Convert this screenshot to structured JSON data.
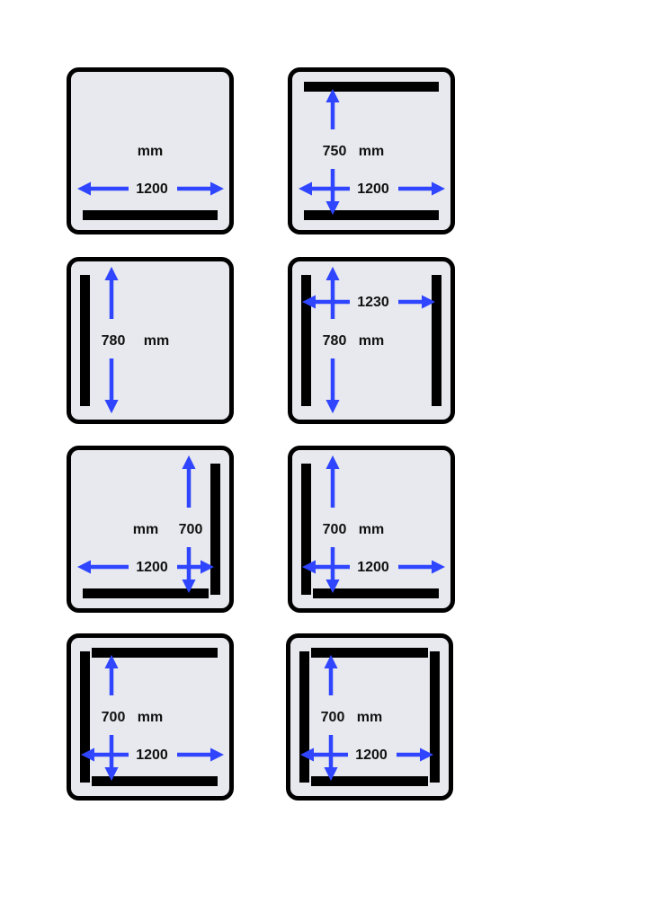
{
  "colors": {
    "panel_fill": "#e8e9ee",
    "panel_border": "#000000",
    "wall": "#000000",
    "arrow": "#2f45ff",
    "text": "#111111"
  },
  "units_label": "mm",
  "panels": [
    {
      "name": "panel-1",
      "walls": [
        "bottom"
      ],
      "width_label": "1200",
      "depth_label": "",
      "arrows": {
        "h": true,
        "v": false
      }
    },
    {
      "name": "panel-2",
      "walls": [
        "top",
        "bottom"
      ],
      "width_label": "1200",
      "depth_label": "750",
      "arrows": {
        "h": true,
        "v": true
      }
    },
    {
      "name": "panel-3",
      "walls": [
        "left"
      ],
      "width_label": "",
      "depth_label": "780",
      "arrows": {
        "h": false,
        "v": true
      }
    },
    {
      "name": "panel-4",
      "walls": [
        "left",
        "right"
      ],
      "width_label": "1230",
      "depth_label": "780",
      "arrows": {
        "h": true,
        "v": true
      }
    },
    {
      "name": "panel-5",
      "walls": [
        "right",
        "bottom"
      ],
      "width_label": "1200",
      "depth_label": "700",
      "arrows": {
        "h": true,
        "v": true
      }
    },
    {
      "name": "panel-6",
      "walls": [
        "left",
        "bottom"
      ],
      "width_label": "1200",
      "depth_label": "700",
      "arrows": {
        "h": true,
        "v": true
      }
    },
    {
      "name": "panel-7",
      "walls": [
        "left",
        "top",
        "bottom"
      ],
      "width_label": "1200",
      "depth_label": "700",
      "arrows": {
        "h": true,
        "v": true
      }
    },
    {
      "name": "panel-8",
      "walls": [
        "left",
        "top",
        "right",
        "bottom"
      ],
      "width_label": "1200",
      "depth_label": "700",
      "arrows": {
        "h": true,
        "v": true
      }
    }
  ]
}
